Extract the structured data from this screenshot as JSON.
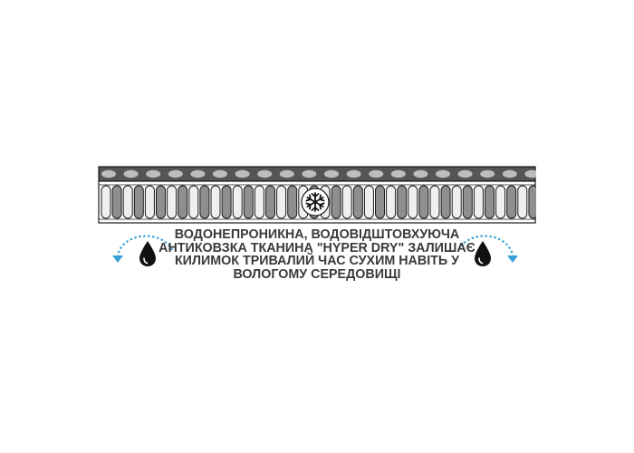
{
  "caption": {
    "lines": [
      "ВОДОНЕПРОНИКНА, ВОДОВІДШТОВХУЮЧА",
      "АНТИКОВЗКА ТКАНИНА \"HYPER DRY\" ЗАЛИШАЄ",
      "КИЛИМОК ТРИВАЛИЙ ЧАС СУХИМ НАВІТЬ У",
      "ВОЛОГОМУ СЕРЕДОВИЩІ"
    ]
  },
  "icons": {
    "center": "snowflake-icon",
    "left": "evaporation-drop-icon",
    "right": "evaporation-drop-icon"
  },
  "colors": {
    "top_layer": "#555555",
    "dots": "#bdbdbd",
    "coil_light": "#efefef",
    "coil_dark": "#8f8f8f",
    "outline": "#1a1a1a",
    "arrow_blue": "#3aa1d6",
    "drop": "#111111"
  }
}
